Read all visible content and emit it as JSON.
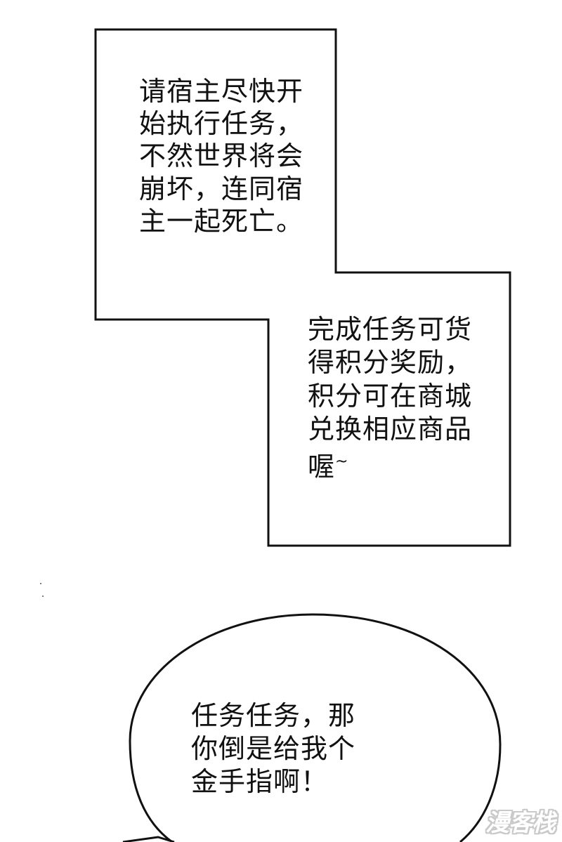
{
  "system_box": {
    "lines": [
      "请宿主尽快开",
      "始执行任务，",
      "不然世界将会",
      "崩坏，连同宿",
      "主一起死亡。"
    ]
  },
  "reward_box": {
    "lines": [
      "完成任务可货",
      "得积分奖励，",
      "积分可在商城",
      "兑换相应商品",
      "喔"
    ],
    "tilde": "~"
  },
  "speech_bubble": {
    "lines": [
      "任务任务，那",
      "你倒是给我个",
      "金手指啊！"
    ]
  },
  "watermark": {
    "text": "漫客栈"
  }
}
